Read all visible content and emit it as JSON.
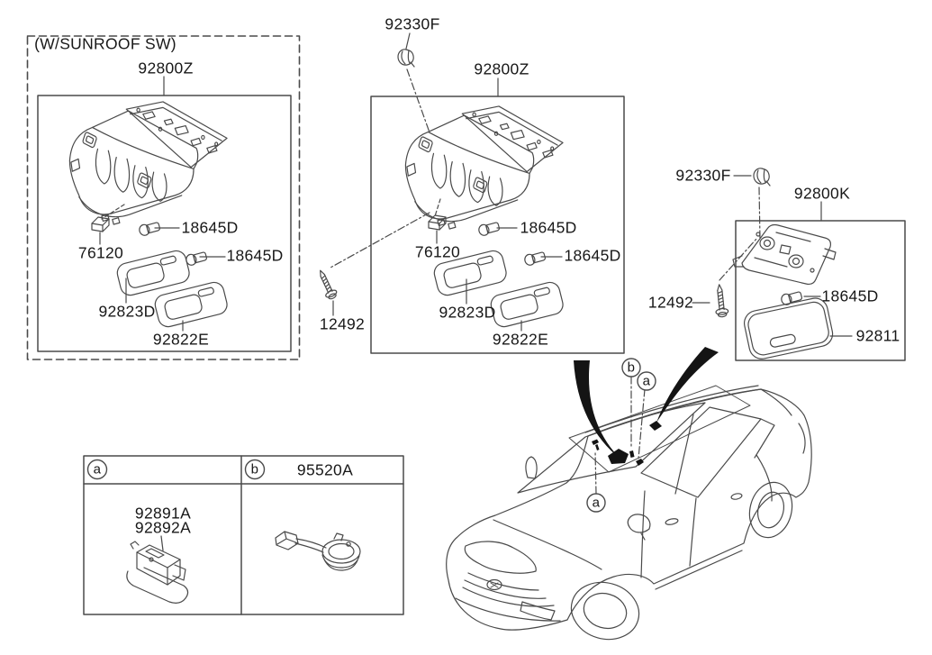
{
  "colors": {
    "line": "#4a4a4a",
    "text": "#181818",
    "background": "#ffffff",
    "arrow_fill": "#141414"
  },
  "note_box": {
    "label": "(W/SUNROOF SW)"
  },
  "sunroof_console": {
    "assembly": "92800Z",
    "bulb_top": "18645D",
    "clip": "76120",
    "bulb_bottom": "18645D",
    "lens_front": "92823D",
    "lens_rear": "92822E"
  },
  "standard_console": {
    "retainer": "92330F",
    "assembly": "92800Z",
    "bulb_top": "18645D",
    "clip": "76120",
    "bulb_bottom": "18645D",
    "lens_front": "92823D",
    "lens_rear": "92822E",
    "screw": "12492"
  },
  "room_lamp": {
    "retainer": "92330F",
    "assembly": "92800K",
    "screw": "12492",
    "bulb": "18645D",
    "lens": "92811"
  },
  "legend": {
    "a_label": "a",
    "b_label": "b",
    "b_part": "95520A",
    "a_part_1": "92891A",
    "a_part_2": "92892A"
  },
  "car": {
    "callout_b": "b",
    "callout_a_roof": "a",
    "callout_a_windshield": "a"
  }
}
